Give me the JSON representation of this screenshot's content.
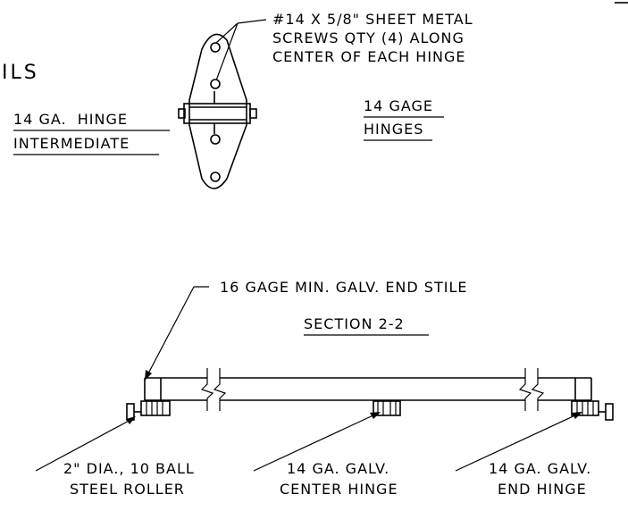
{
  "detail_top": {
    "partial_title": "ILS",
    "hinge_label_line1": "14 GA.  HINGE",
    "hinge_label_line2": "INTERMEDIATE",
    "screw_note": [
      "#14 X 5/8\" SHEET METAL",
      "SCREWS QTY (4) ALONG",
      "CENTER OF EACH HINGE"
    ],
    "gage_label_line1": "14 GAGE",
    "gage_label_line2": "HINGES"
  },
  "section": {
    "stile_note": "16 GAGE MIN. GALV. END STILE",
    "title": "SECTION 2-2"
  },
  "callouts": {
    "roller": [
      "2\" DIA., 10 BALL",
      "STEEL ROLLER"
    ],
    "center_hinge": [
      "14 GA. GALV.",
      "CENTER HINGE"
    ],
    "end_hinge": [
      "14 GA. GALV.",
      "END HINGE"
    ]
  }
}
